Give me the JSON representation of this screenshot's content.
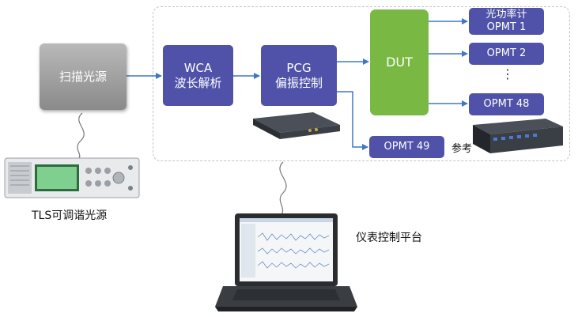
{
  "source_block": {
    "label": "扫描光源"
  },
  "wca_block": {
    "line1": "WCA",
    "line2": "波长解析"
  },
  "pcg_block": {
    "line1": "PCG",
    "line2": "偏振控制"
  },
  "dut_block": {
    "label": "DUT"
  },
  "opmt_blocks": [
    {
      "line1": "光功率计",
      "line2": "OPMT 1"
    },
    {
      "line1": "OPMT 2"
    },
    {
      "line1": "OPMT 48"
    },
    {
      "line1": "OPMT 49"
    }
  ],
  "ellipsis": "⋮",
  "reference_label": "参考",
  "tls_label": "TLS可调谐光源",
  "platform_label": "仪表控制平台",
  "colors": {
    "block_purple": "#4f52a8",
    "block_green": "#78b843",
    "arrow_blue": "#3e78c4",
    "frame_gray": "#bfc3cc"
  }
}
